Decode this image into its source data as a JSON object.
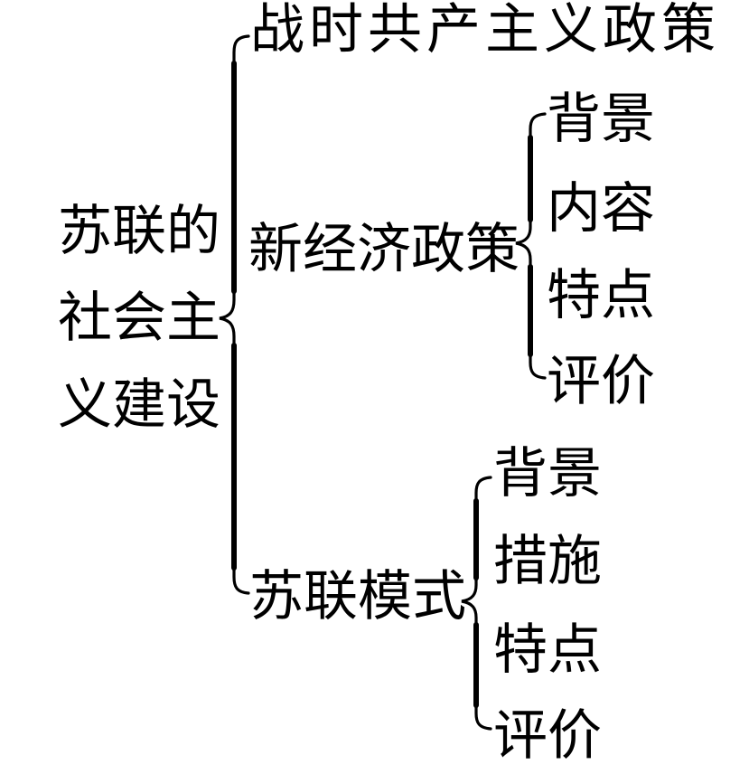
{
  "page": {
    "background_color": "#ffffff",
    "text_color": "#000000",
    "line_color": "#000000"
  },
  "diagram": {
    "type": "bracket-concept-map",
    "root": {
      "label": "苏联的社会主义建设",
      "lines": [
        "苏联的",
        "社会主",
        "义建设"
      ]
    },
    "branches": [
      {
        "id": "war-communism-policy",
        "label": "战时共产主义政策",
        "children": []
      },
      {
        "id": "new-economic-policy",
        "label": "新经济政策",
        "children": [
          "背景",
          "内容",
          "特点",
          "评价"
        ]
      },
      {
        "id": "soviet-model",
        "label": "苏联模式",
        "children": [
          "背景",
          "措施",
          "特点",
          "评价"
        ]
      }
    ]
  }
}
